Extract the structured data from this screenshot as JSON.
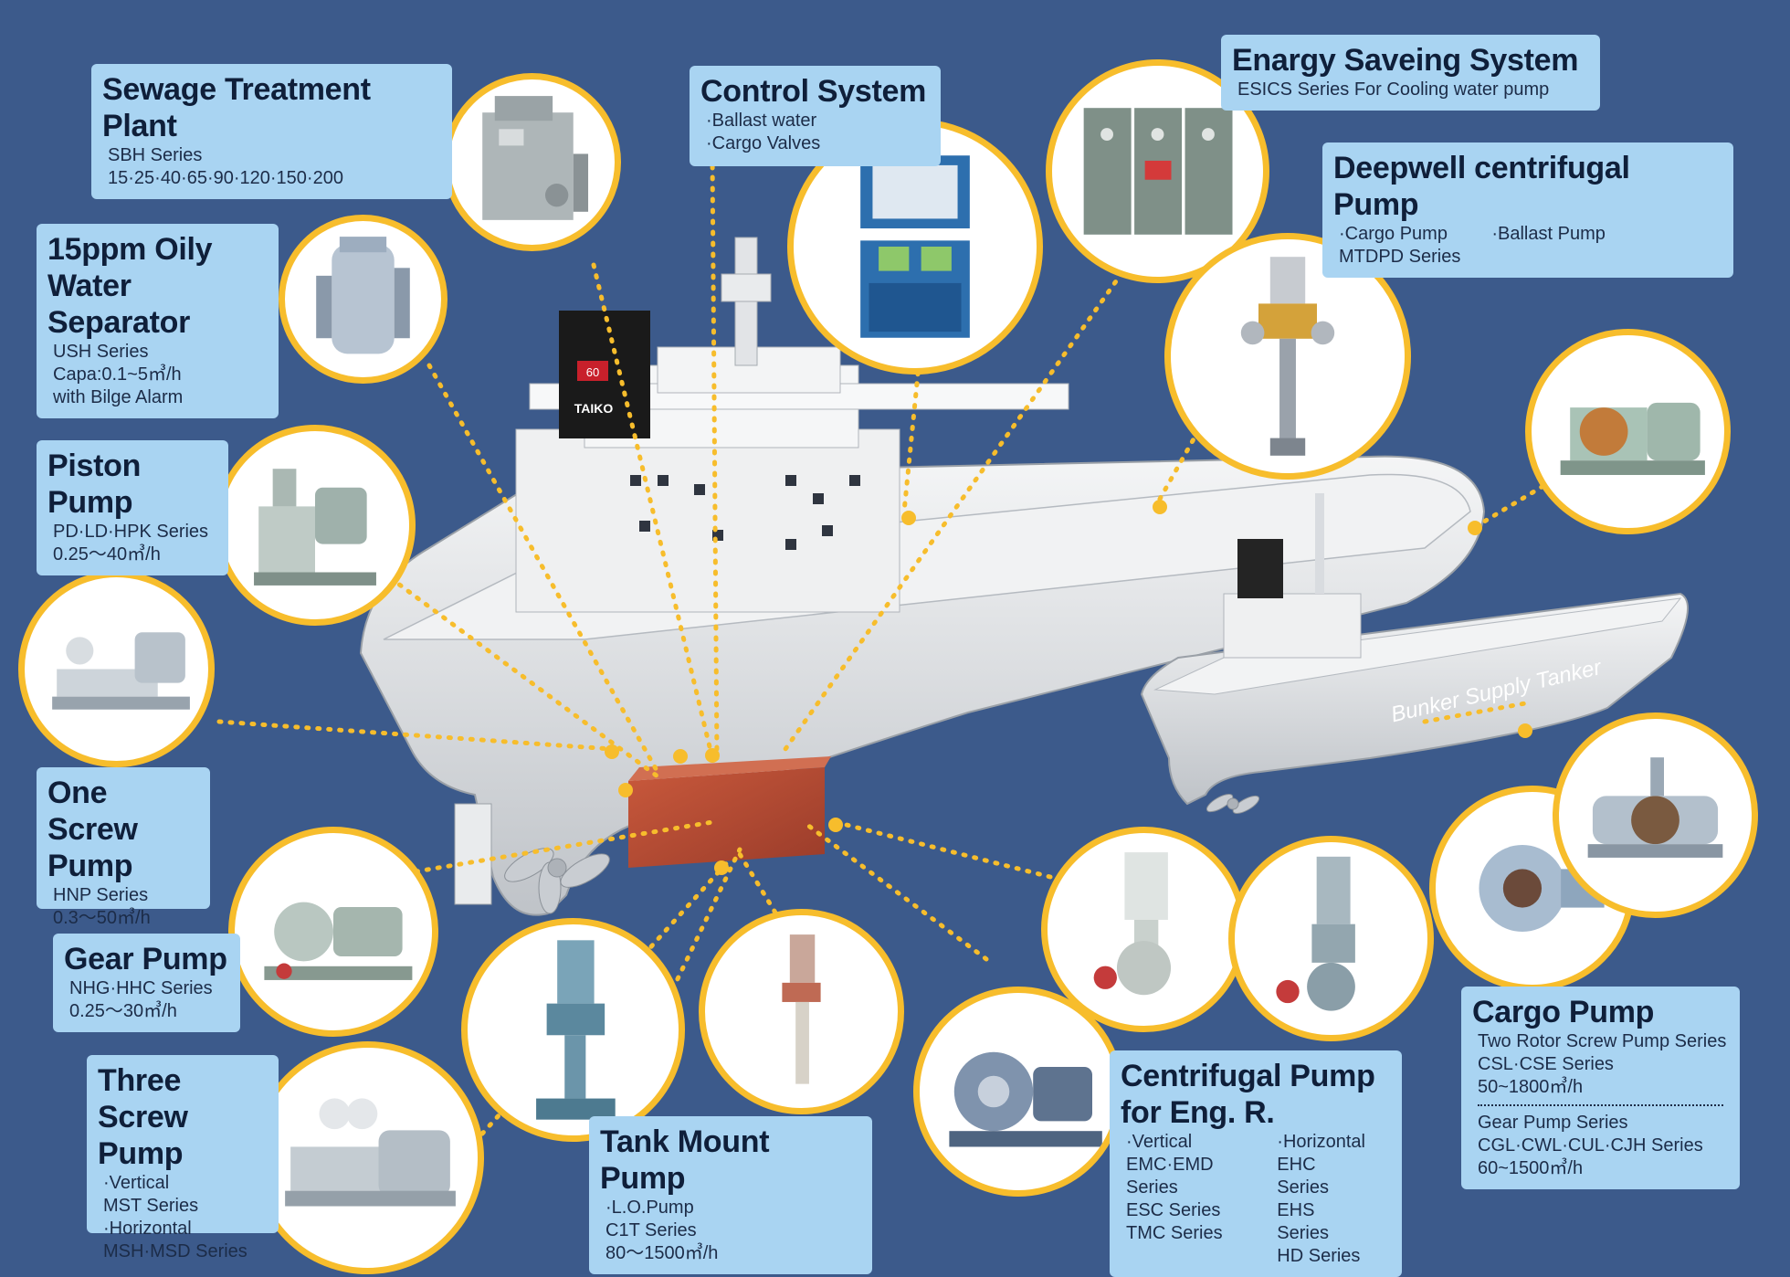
{
  "colors": {
    "background": "#3c5a8b",
    "label_bg": "#a9d4f2",
    "circle_border": "#f7bd2c",
    "dots": "#f7bd2c",
    "ship": "#e6e8eb",
    "machinery_box": "#b84d35"
  },
  "ship": {
    "funnel_logo_top": "60",
    "funnel_logo_brand": "TAIKO",
    "bunker_label": "Bunker Supply Tanker"
  },
  "labels": {
    "sewage": {
      "title": "Sewage Treatment Plant",
      "lines": [
        "SBH Series",
        "15·25·40·65·90·120·150·200"
      ]
    },
    "control": {
      "title": "Control System",
      "lines": [
        "·Ballast water",
        "·Cargo Valves"
      ]
    },
    "energy": {
      "title": "Enargy Saveing System",
      "lines": [
        "ESICS Series For Cooling water pump"
      ]
    },
    "deepwell": {
      "title": "Deepwell centrifugal Pump",
      "col1": [
        "·Cargo Pump",
        " MTDPD Series"
      ],
      "col2": [
        "·Ballast Pump"
      ]
    },
    "oily": {
      "title1": "15ppm Oily",
      "title2": "Water Separator",
      "lines": [
        "USH Series",
        "Capa:0.1~5㎥/h",
        "with Bilge Alarm"
      ]
    },
    "piston": {
      "title": "Piston Pump",
      "lines": [
        "PD·LD·HPK Series",
        "0.25〜40㎥/h"
      ]
    },
    "onescrew": {
      "title1": "One Screw",
      "title2": "Pump",
      "lines": [
        "HNP Series",
        "0.3〜50㎥/h"
      ]
    },
    "gear": {
      "title": "Gear Pump",
      "lines": [
        "NHG·HHC Series",
        "0.25〜30㎥/h"
      ]
    },
    "threescrew": {
      "title1": "Three Screw",
      "title2": "Pump",
      "lines": [
        "·Vertical",
        " MST Series",
        "·Horizontal",
        " MSH·MSD Series"
      ]
    },
    "tankmount": {
      "title": "Tank Mount Pump",
      "lines": [
        "·L.O.Pump",
        " C1T Series",
        " 80〜1500㎥/h"
      ]
    },
    "centrifugal": {
      "title1": "Centrifugal Pump",
      "title2": "for Eng. R.",
      "col1": [
        "·Vertical",
        " EMC·EMD Series",
        " ESC        Series",
        " TMC        Series"
      ],
      "col2": [
        "·Horizontal",
        " EHC   Series",
        " EHS   Series",
        " HD     Series"
      ]
    },
    "cargo": {
      "title": "Cargo Pump",
      "lines1": [
        "Two Rotor Screw Pump Series",
        "CSL·CSE Series",
        "50~1800㎥/h"
      ],
      "lines2": [
        "Gear Pump Series",
        "CGL·CWL·CUL·CJH Series",
        "60~1500㎥/h"
      ]
    }
  }
}
